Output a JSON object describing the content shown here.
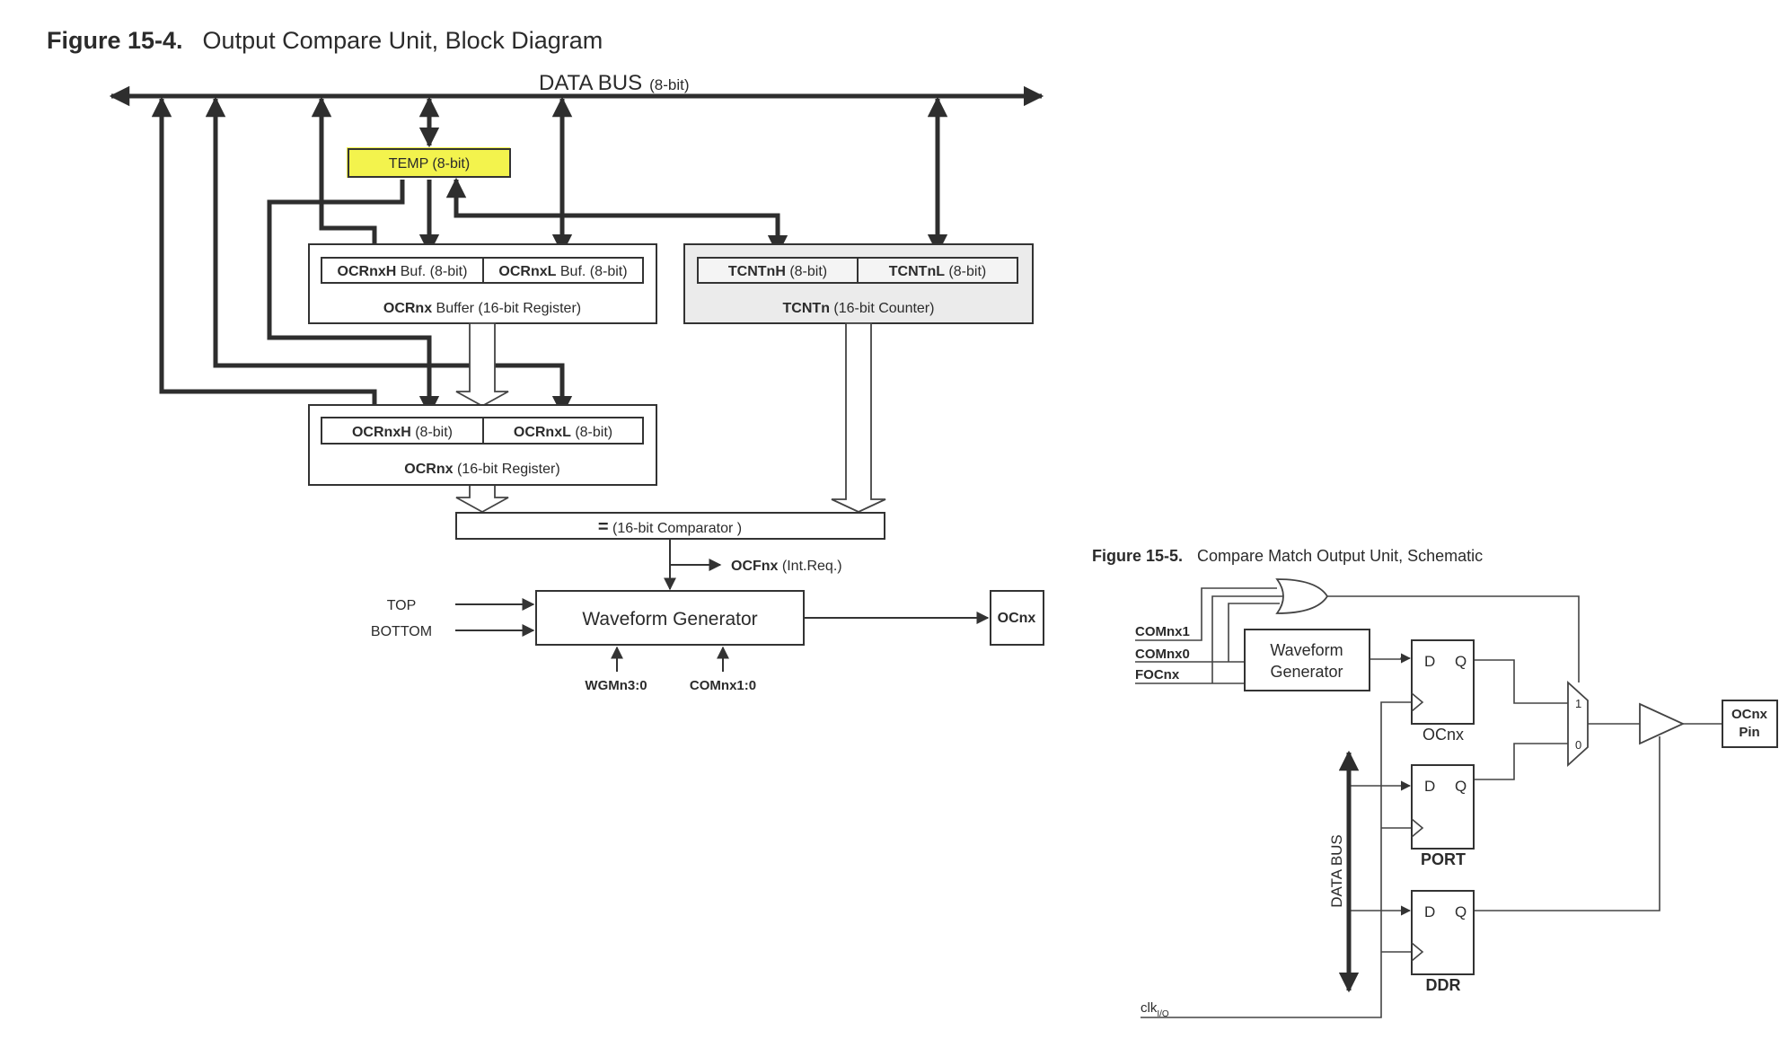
{
  "fig1": {
    "caption_num": "Figure 15-4.",
    "caption_text": "Output Compare Unit, Block Diagram",
    "bus_label": "DATA BUS",
    "bus_width": "(8-bit)",
    "temp_label": "TEMP (8-bit)",
    "buf_h_name": "OCRnxH",
    "buf_h_suffix": " Buf. (8-bit)",
    "buf_l_name": "OCRnxL",
    "buf_l_suffix": " Buf. (8-bit)",
    "buf_reg_name": "OCRnx",
    "buf_reg_suffix": "  Buffer (16-bit Register)",
    "tcnt_h_name": "TCNTnH",
    "tcnt_h_suffix": " (8-bit)",
    "tcnt_l_name": "TCNTnL",
    "tcnt_l_suffix": " (8-bit)",
    "tcnt_name": "TCNTn",
    "tcnt_suffix": " (16-bit Counter)",
    "ocr_h_name": "OCRnxH",
    "ocr_h_suffix": " (8-bit)",
    "ocr_l_name": "OCRnxL",
    "ocr_l_suffix": " (8-bit)",
    "ocr_name": "OCRnx",
    "ocr_suffix": " (16-bit Register)",
    "comp_sym": "=",
    "comp_label": " (16-bit Comparator )",
    "ocf_name": "OCFnx",
    "ocf_suffix": " (Int.Req.)",
    "top_label": "TOP",
    "bottom_label": "BOTTOM",
    "wave_label": "Waveform Generator",
    "ocnx_label": "OCnx",
    "wgm_label": "WGMn3:0",
    "com_label": "COMnx1:0"
  },
  "fig2": {
    "caption_num": "Figure 15-5.",
    "caption_text": "Compare Match Output Unit, Schematic",
    "com1": "COMnx1",
    "com0": "COMnx0",
    "foc": "FOCnx",
    "wave_line1": "Waveform",
    "wave_line2": "Generator",
    "ff_d": "D",
    "ff_q": "Q",
    "ff1_name": "OCnx",
    "ff2_name": "PORT",
    "ff3_name": "DDR",
    "mux_1": "1",
    "mux_0": "0",
    "pin_line1": "OCnx",
    "pin_line2": "Pin",
    "bus_label": "DATA BUS",
    "clk_label": "clk",
    "clk_sub": "I/O"
  },
  "colors": {
    "highlight": "#f2f23a",
    "counter_fill": "#ebebeb"
  }
}
